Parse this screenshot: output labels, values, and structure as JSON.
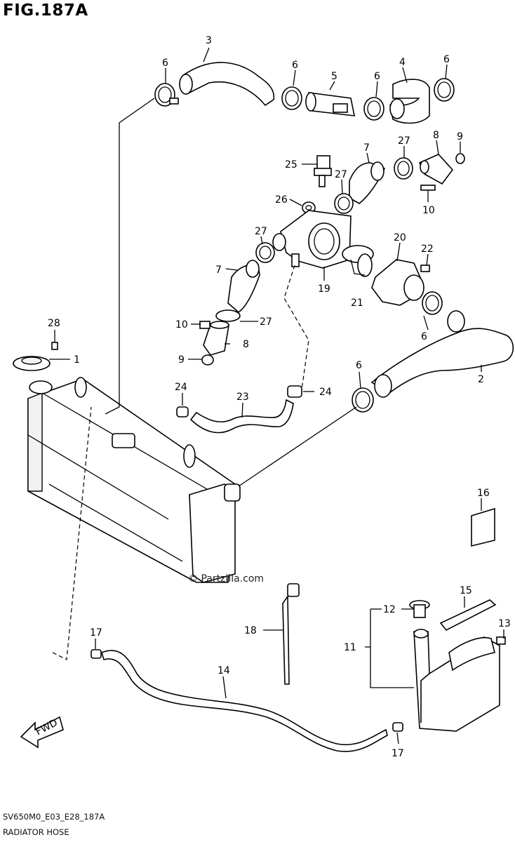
{
  "header": {
    "figure": "FIG.187A"
  },
  "footer": {
    "code": "SV650M0_E03_E28_187A",
    "name": "RADIATOR HOSE"
  },
  "watermark": "© Partzilla.com",
  "fwd": "FWD",
  "callouts": {
    "c1": "1",
    "c2": "2",
    "c3": "3",
    "c4": "4",
    "c5": "5",
    "c6a": "6",
    "c6b": "6",
    "c6c": "6",
    "c6d": "6",
    "c6e": "6",
    "c6f": "6",
    "c7a": "7",
    "c7b": "7",
    "c8a": "8",
    "c8b": "8",
    "c9a": "9",
    "c9b": "9",
    "c10a": "10",
    "c10b": "10",
    "c11": "11",
    "c12": "12",
    "c13": "13",
    "c14": "14",
    "c15": "15",
    "c16": "16",
    "c17a": "17",
    "c17b": "17",
    "c18": "18",
    "c19": "19",
    "c20": "20",
    "c21": "21",
    "c22": "22",
    "c23": "23",
    "c24a": "24",
    "c24b": "24",
    "c25": "25",
    "c26": "26",
    "c27a": "27",
    "c27b": "27",
    "c27c": "27",
    "c27d": "27",
    "c28": "28"
  }
}
